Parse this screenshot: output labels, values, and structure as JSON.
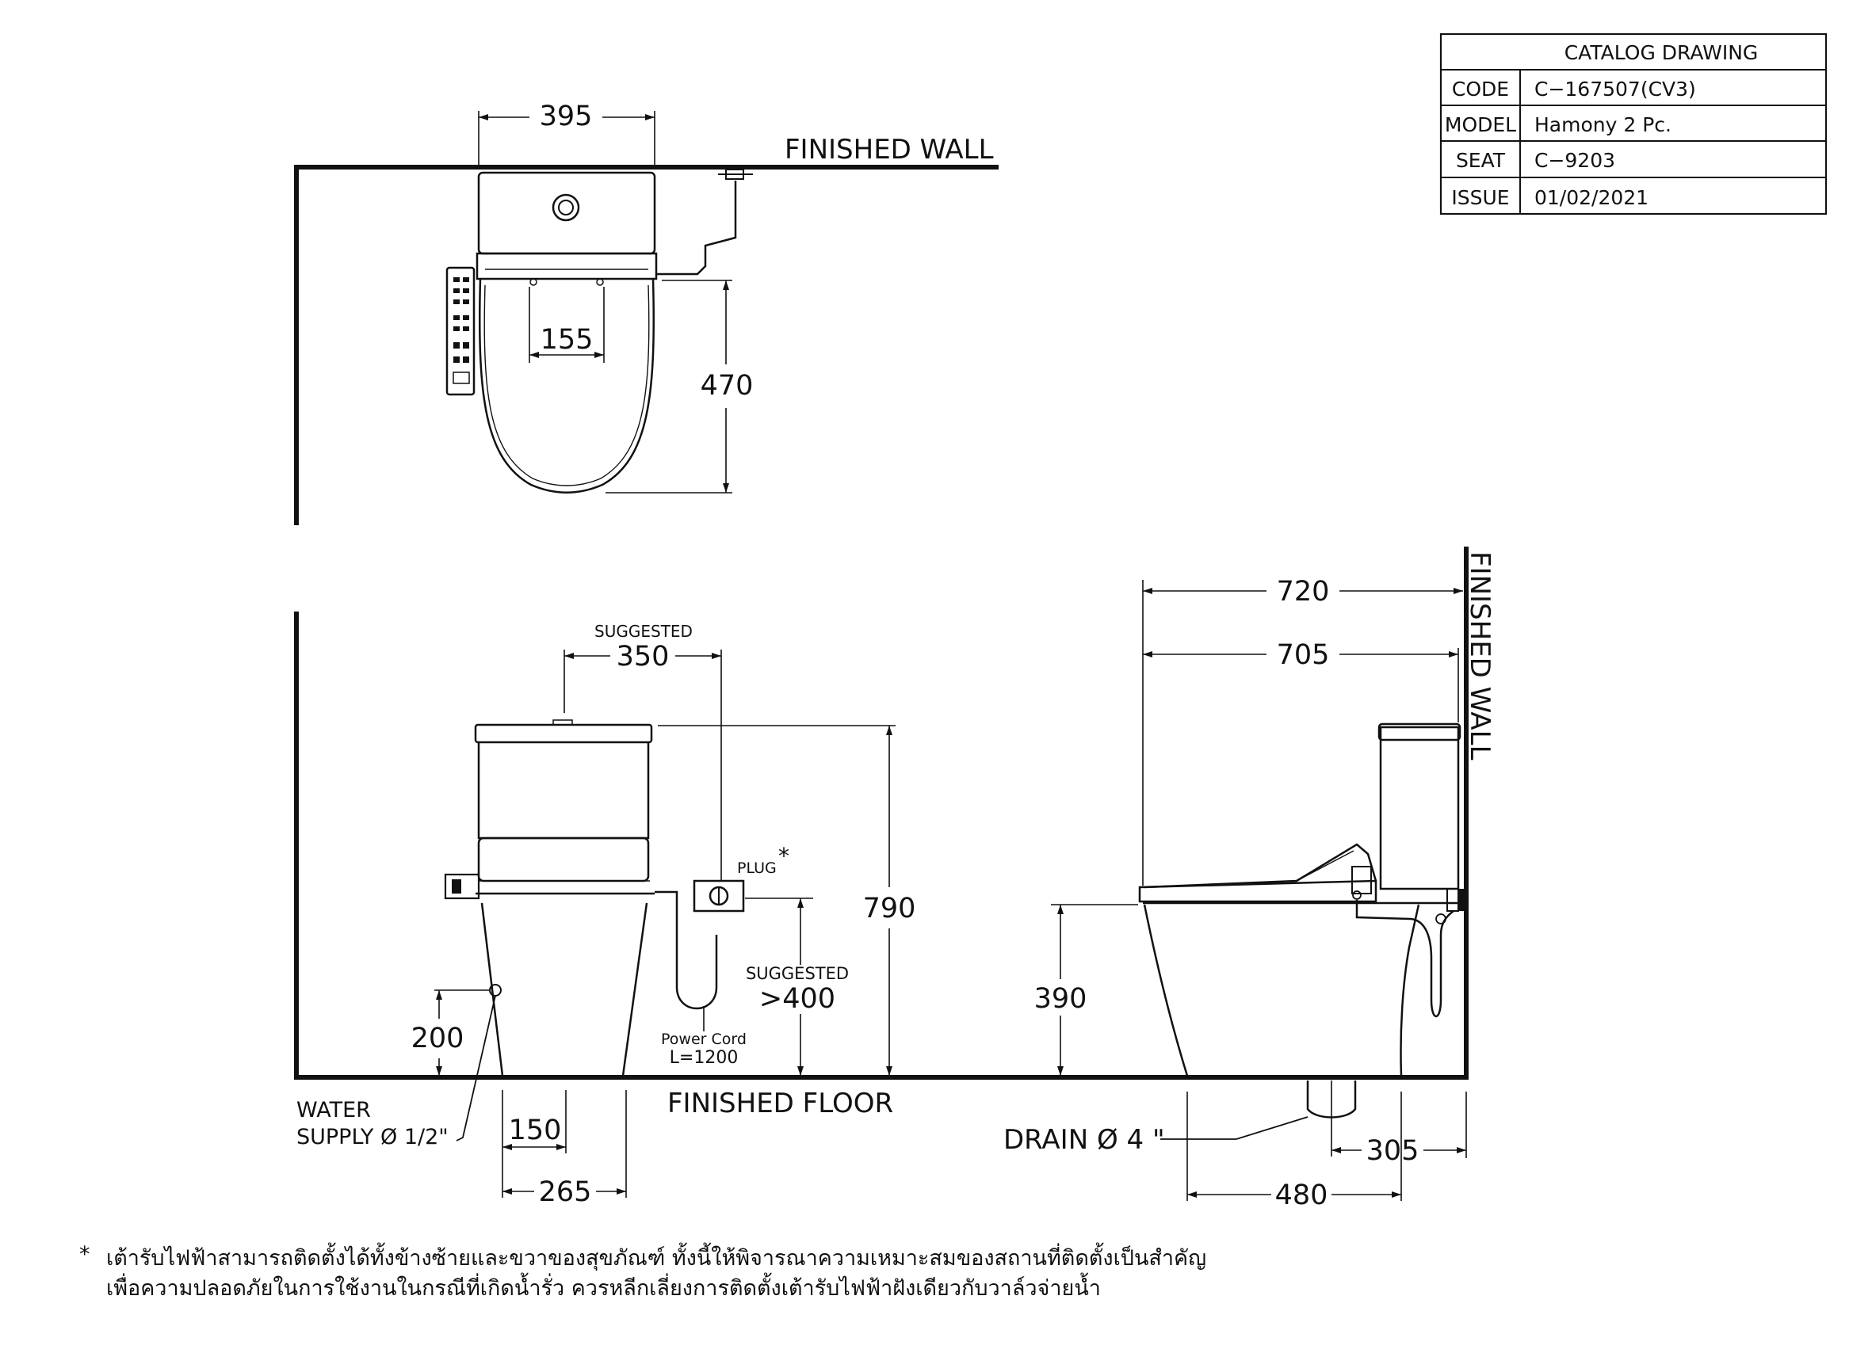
{
  "catalog": {
    "title": "CATALOG  DRAWING",
    "rows": [
      {
        "label": "CODE",
        "value": "C−167507(CV3)"
      },
      {
        "label": "MODEL",
        "value": "Hamony  2  Pc."
      },
      {
        "label": "SEAT",
        "value": "C−9203"
      },
      {
        "label": "ISSUE",
        "value": "01/02/2021"
      }
    ]
  },
  "labels": {
    "finished_wall_top": "FINISHED WALL",
    "finished_wall_side": "FINISHED WALL",
    "finished_floor": "FINISHED FLOOR",
    "suggested_top": "SUGGESTED",
    "suggested_mid": "SUGGESTED",
    "plug": "PLUG",
    "plug_mark": "*",
    "power_cord_1": "Power  Cord",
    "power_cord_2": "L=1200",
    "water_supply_1": "WATER",
    "water_supply_2": "SUPPLY Ø 1/2\"",
    "drain": "DRAIN Ø 4 \""
  },
  "dimensions": {
    "tank_width": "395",
    "seat_gap": "155",
    "seat_depth": "470",
    "suggested_offset": "350",
    "overall_height": "790",
    "plug_height": ">400",
    "supply_height": "200",
    "supply_offset": "150",
    "base_offset": "265",
    "overall_depth": "720",
    "bowl_depth": "705",
    "seat_height": "390",
    "drain_offset": "305",
    "base_depth": "480"
  },
  "note": {
    "mark": "*",
    "line1": "เต้ารับไฟฟ้าสามารถติดตั้งได้ทั้งข้างซ้ายและขวาของสุขภัณฑ์ ทั้งนี้ให้พิจารณาความเหมาะสมของสถานที่ติดตั้งเป็นสำคัญ",
    "line2": "เพื่อความปลอดภัยในการใช้งานในกรณีที่เกิดน้ำรั่ว ควรหลีกเลี่ยงการติดตั้งเต้ารับไฟฟ้าฝังเดียวกับวาล์วจ่ายน้ำ"
  }
}
